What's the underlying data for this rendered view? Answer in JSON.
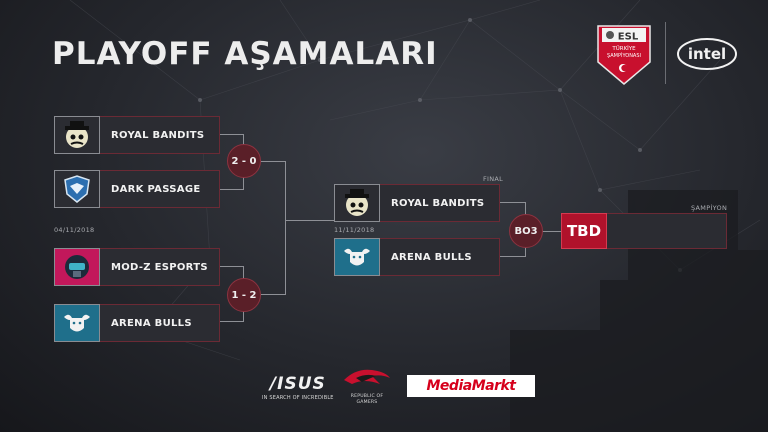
{
  "title": "PLAYOFF AŞAMALARI",
  "semifinals": [
    {
      "date": "",
      "teams": [
        {
          "name": "ROYAL BANDITS",
          "logo": "bandit-skull-icon",
          "logo_bg": "#2b2c32"
        },
        {
          "name": "DARK PASSAGE",
          "logo": "dark-passage-shield-icon",
          "logo_bg": "#2b2c32"
        }
      ],
      "score": "2 - 0"
    },
    {
      "date": "04/11/2018",
      "teams": [
        {
          "name": "MOD-Z ESPORTS",
          "logo": "modz-helmet-icon",
          "logo_bg": "#c2185b"
        },
        {
          "name": "ARENA BULLS",
          "logo": "bull-icon",
          "logo_bg": "#1f6f8b"
        }
      ],
      "score": "1 - 2"
    }
  ],
  "final": {
    "label": "FINAL",
    "date": "11/11/2018",
    "teams": [
      {
        "name": "ROYAL BANDITS",
        "logo": "bandit-skull-icon",
        "logo_bg": "#2b2c32"
      },
      {
        "name": "ARENA BULLS",
        "logo": "bull-icon",
        "logo_bg": "#1f6f8b"
      }
    ],
    "format": "BO3"
  },
  "champion": {
    "label": "ŞAMPİYON",
    "value": "TBD"
  },
  "header_logos": {
    "esl": {
      "name": "ESL",
      "line1": "TÜRKİYE",
      "line2": "ŞAMPİYONASI"
    },
    "intel": "intel"
  },
  "sponsors": {
    "asus": {
      "name": "/ISUS",
      "tagline": "IN SEARCH OF INCREDIBLE"
    },
    "rog": {
      "line1": "REPUBLIC OF",
      "line2": "GAMERS"
    },
    "mediamarkt": "MediaMarkt"
  },
  "colors": {
    "accent": "#b0122b",
    "card_border": "#6b2a35",
    "score_bg": "#5a1f28"
  }
}
